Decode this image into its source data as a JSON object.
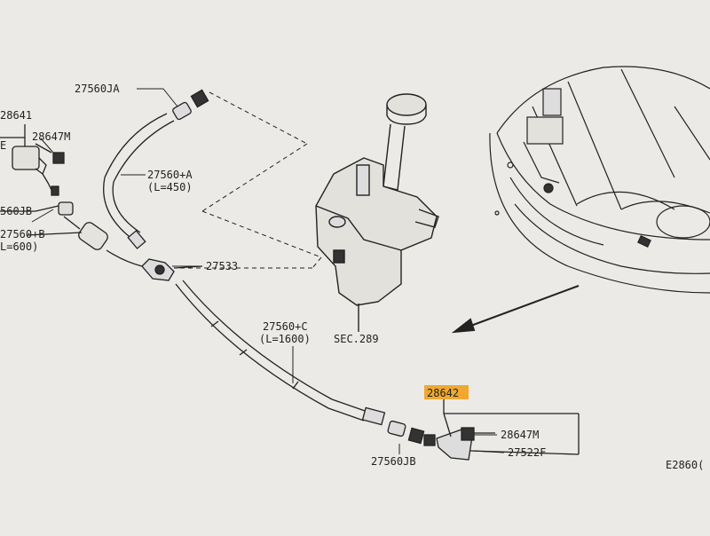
{
  "diagram": {
    "parts": {
      "p28641": "28641",
      "p28647m_top": "28647M",
      "p27560jb_left": "560JB",
      "p27560b": "27560+B",
      "p27560b_len": "L=600)",
      "p27560ja": "27560JA",
      "p27560a": "27560+A",
      "p27560a_len": "(L=450)",
      "p27533": "27533",
      "p27560c": "27560+C",
      "p27560c_len": "(L=1600)",
      "sec289": "SEC.289",
      "p28642": "28642",
      "p28647m_bottom": "28647M",
      "p27522f": "27522F",
      "p27560jb_bottom": "27560JB",
      "e_code": "E2860("
    },
    "colors": {
      "background": "#ebeae6",
      "line": "#222222",
      "highlight": "#f0a830"
    }
  }
}
